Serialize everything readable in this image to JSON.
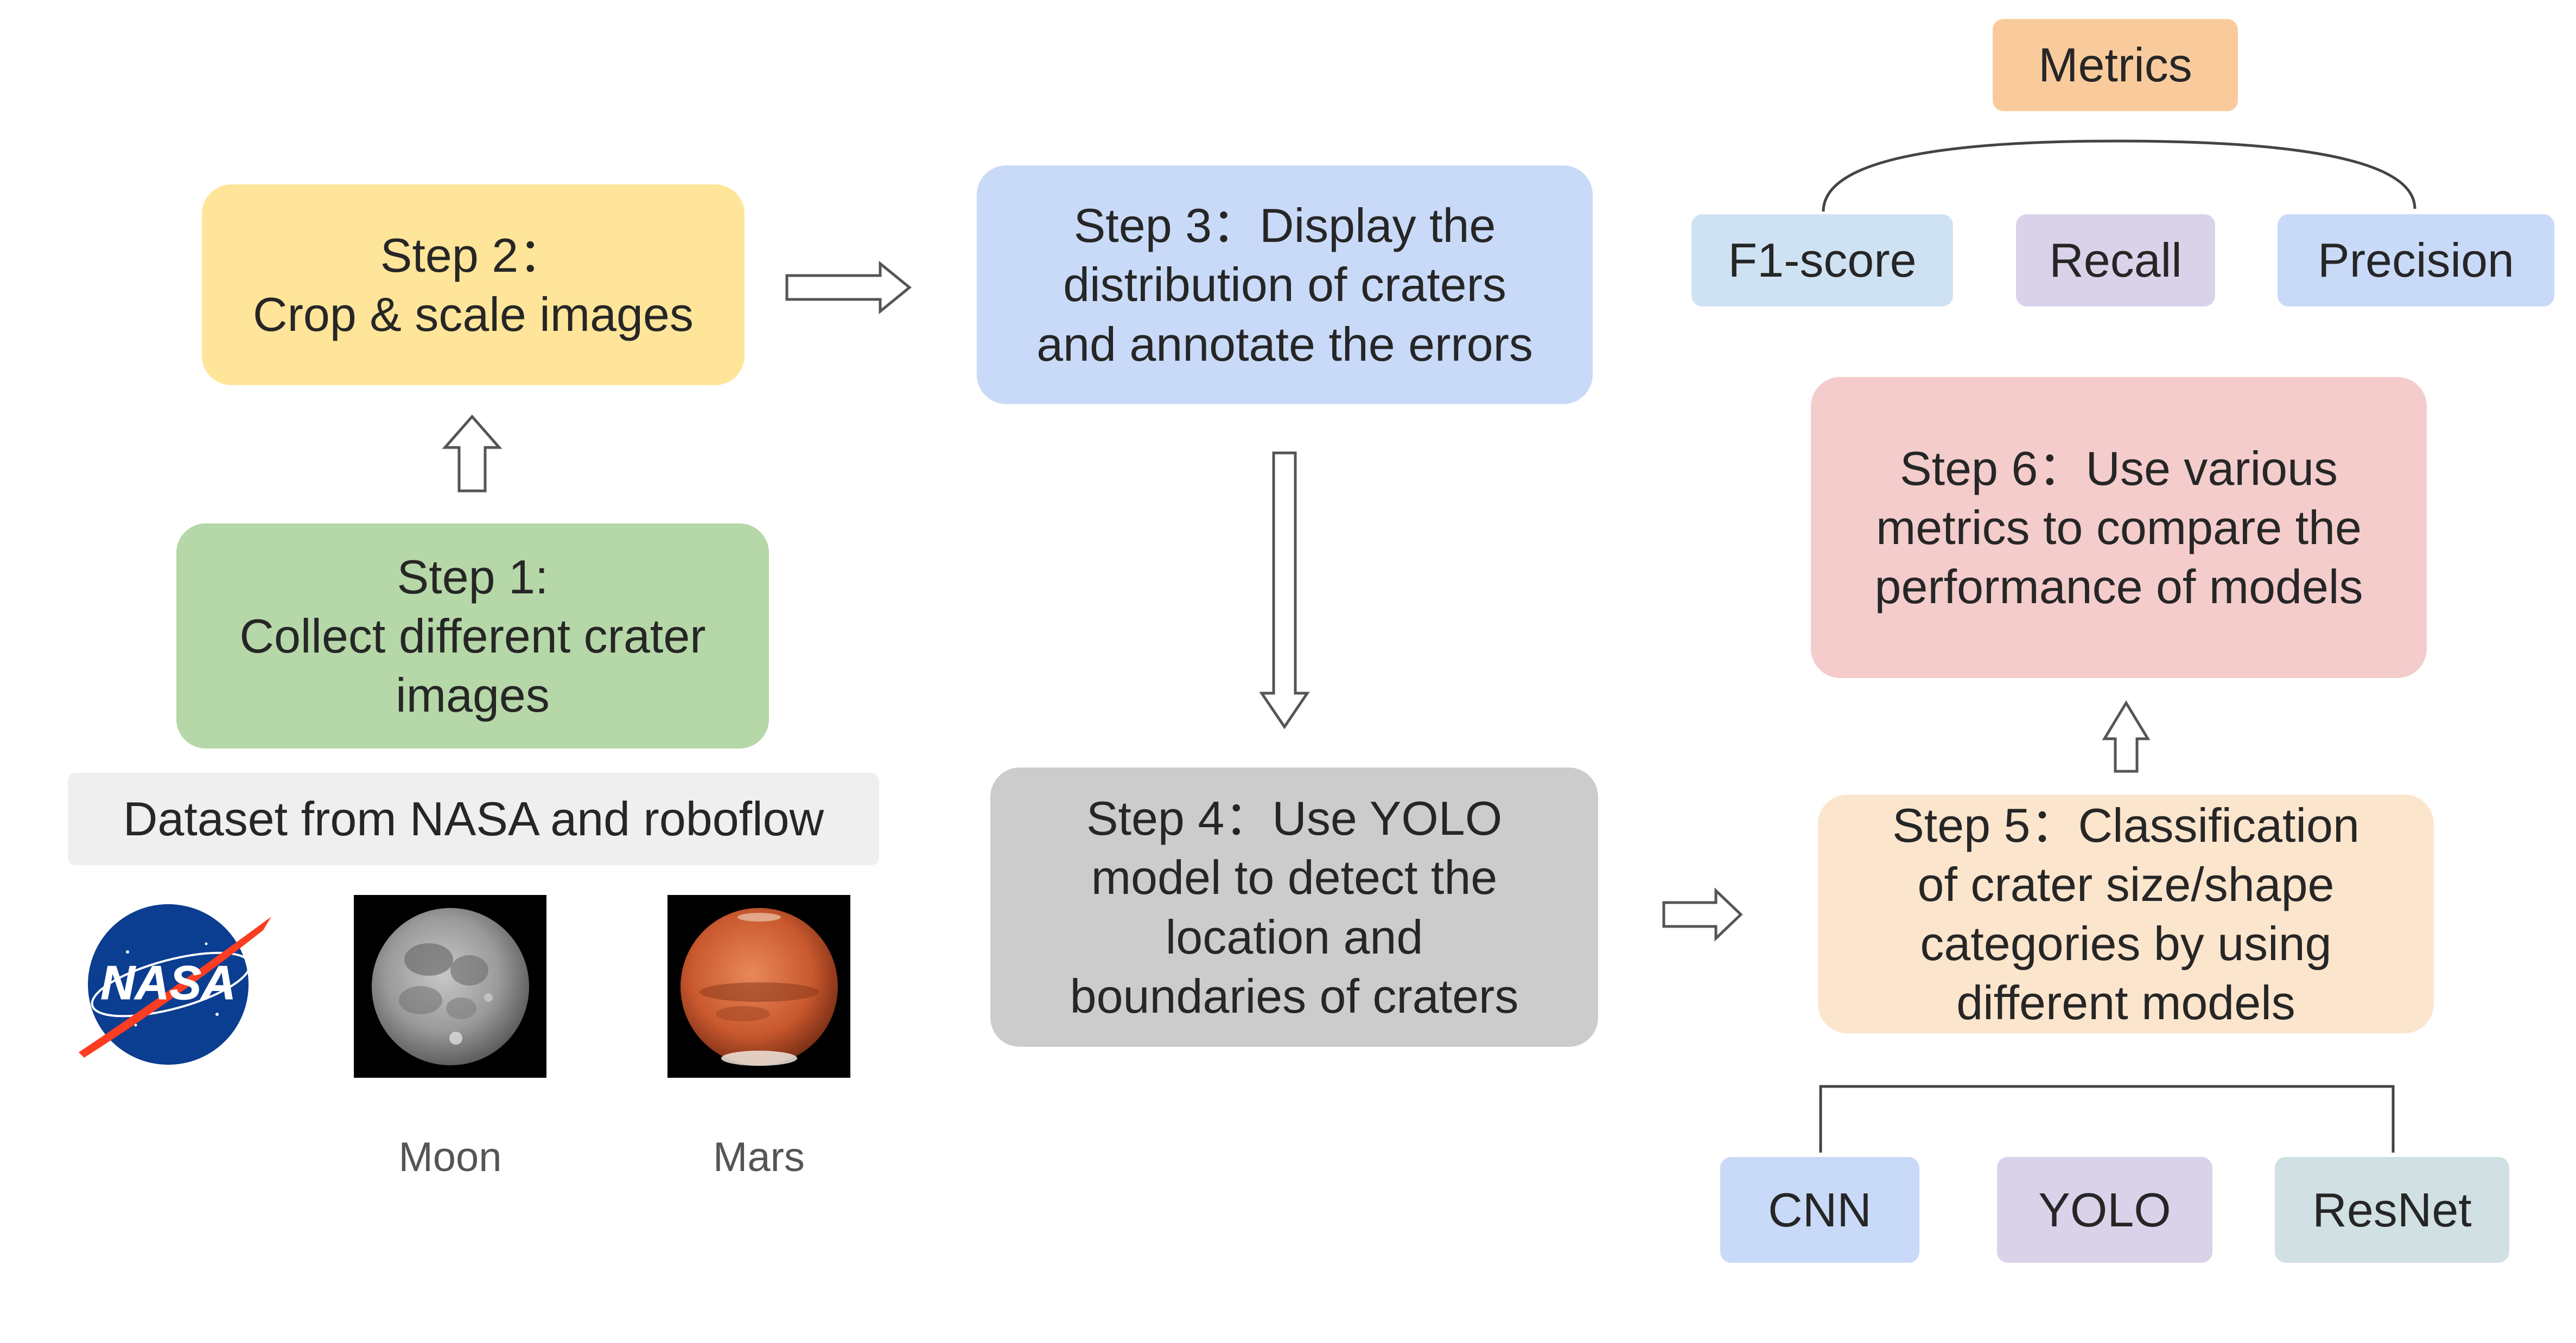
{
  "steps": {
    "step1": "Step 1:\nCollect different crater\nimages",
    "step2": "Step 2：\nCrop & scale images",
    "step3": "Step 3：Display the\ndistribution of craters\nand annotate the errors",
    "step4": "Step 4：Use YOLO\nmodel to detect the\nlocation and\nboundaries of craters",
    "step5": "Step 5：Classification\nof crater size/shape\ncategories by using\ndifferent models",
    "step6": "Step 6：Use various\nmetrics to compare the\nperformance of models"
  },
  "dataset": {
    "label": "Dataset from NASA and roboflow",
    "logo_text": "NASA",
    "moon_caption": "Moon",
    "mars_caption": "Mars"
  },
  "metrics": {
    "title": "Metrics",
    "items": [
      "F1-score",
      "Recall",
      "Precision"
    ]
  },
  "models": {
    "items": [
      "CNN",
      "YOLO",
      "ResNet"
    ]
  },
  "colors": {
    "step1": "#b6d7a8",
    "step2": "#ffe599",
    "step3": "#c9daf8",
    "step4": "#cccccc",
    "step5": "#fce5cd",
    "step6": "#f4cccc",
    "metrics_title": "#f9cb9c",
    "f1": "#cfe2f3",
    "recall": "#d9d2e9",
    "precision": "#c9daf8",
    "cnn": "#c9daf8",
    "yolo": "#d9d2e9",
    "resnet": "#d0e0e3",
    "dataset_label": "#efefef"
  },
  "icons": [
    "nasa-logo",
    "moon-image",
    "mars-image",
    "arrow-up-icon",
    "arrow-right-icon",
    "arrow-down-icon"
  ]
}
